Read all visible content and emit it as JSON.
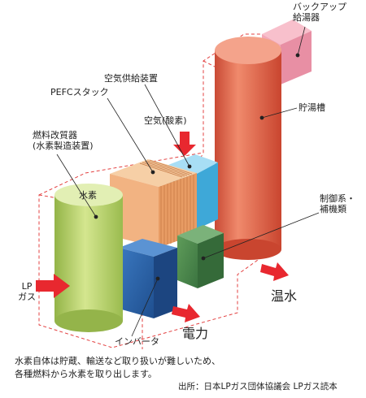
{
  "labels": {
    "backup_heater": [
      "バックアップ",
      "給湯器"
    ],
    "tank": "貯湯槽",
    "air_supply": "空気供給装置",
    "pefc_stack": "PEFCスタック",
    "air_oxygen": "空気(酸素)",
    "fuel_processor": [
      "燃料改質器",
      "(水素製造装置)"
    ],
    "hydrogen": "水素",
    "control": [
      "制御系・",
      "補機類"
    ],
    "lp_gas": [
      "LP",
      "ガス"
    ],
    "hot_water": "温水",
    "inverter": "インバータ",
    "power": "電力"
  },
  "caption": [
    "水素自体は貯蔵、輸送など取り扱いが難しいため、",
    "各種燃料から水素を取り出します。"
  ],
  "source": "出所：日本LPガス団体協議会 LPガス読本",
  "colors": {
    "arrow_red": "#e8282f",
    "dash_red": "#e34040",
    "green_cylinder": "#b8d46a",
    "orange_stack": "#f2b382",
    "sky_blue": "#5bc3ea",
    "navy_box": "#2c64ab",
    "dark_green_box": "#4a8a4a",
    "tank_red": "#e2634a",
    "pink_heater": "#f08fa5"
  }
}
